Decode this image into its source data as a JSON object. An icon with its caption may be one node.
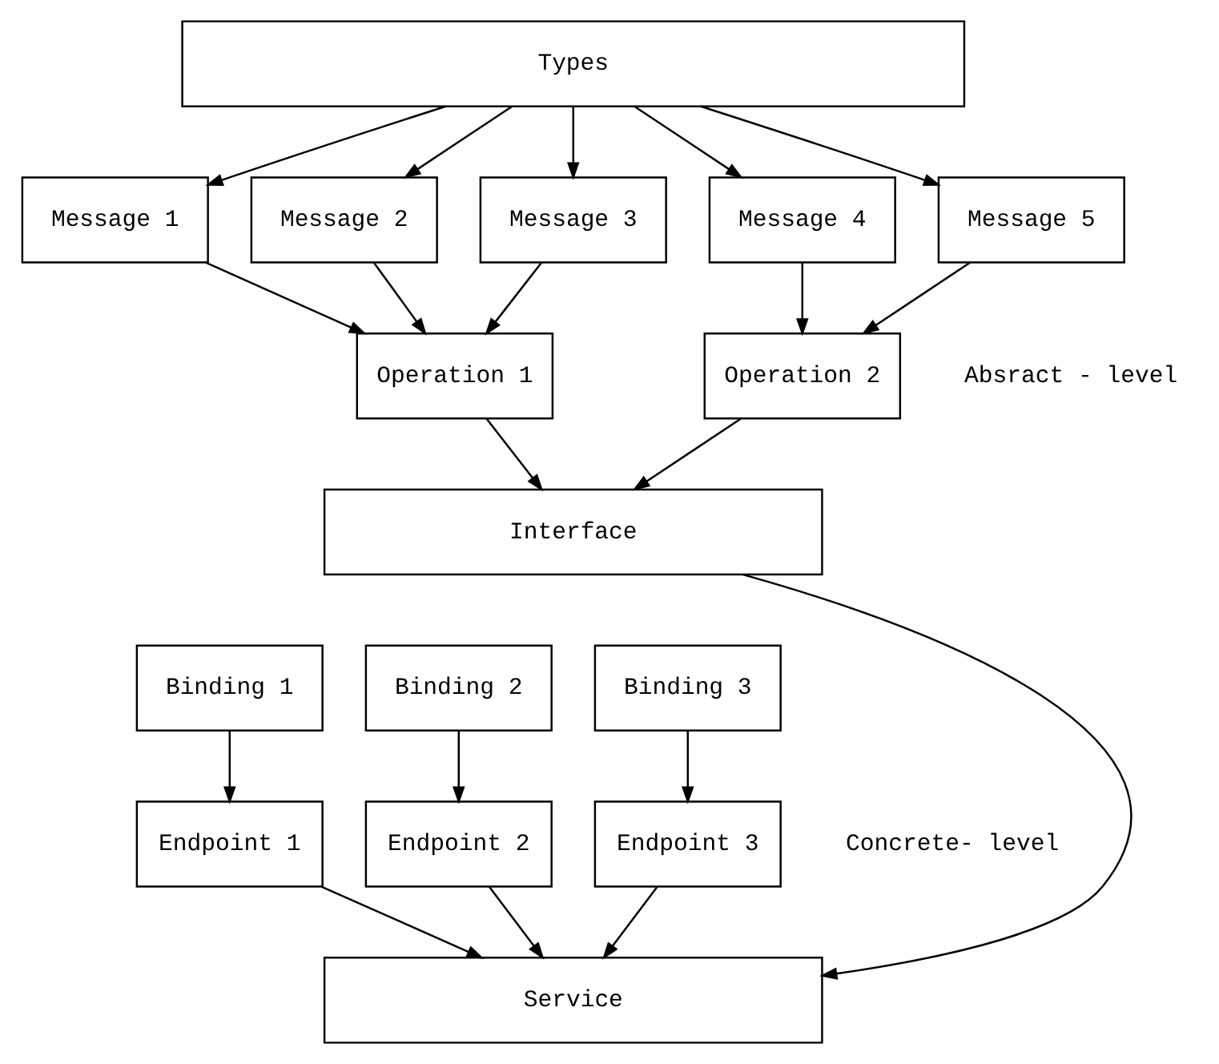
{
  "diagram": {
    "nodes": [
      {
        "text": [
          "Types"
        ]
      },
      {
        "text": [
          "Message 1"
        ]
      },
      {
        "text": [
          "Message 2"
        ]
      },
      {
        "text": [
          "Message 3"
        ]
      },
      {
        "text": [
          "Message 4"
        ]
      },
      {
        "text": [
          "Message 5"
        ]
      },
      {
        "text": [
          "Operation 1"
        ]
      },
      {
        "text": [
          "Operation 2"
        ]
      },
      {
        "text": [
          "Interface"
        ]
      },
      {
        "text": [
          "Binding 1"
        ]
      },
      {
        "text": [
          "Binding 2"
        ]
      },
      {
        "text": [
          "Binding 3"
        ]
      },
      {
        "text": [
          "Endpoint 1"
        ]
      },
      {
        "text": [
          "Endpoint 2"
        ]
      },
      {
        "text": [
          "Endpoint 3"
        ]
      },
      {
        "text": [
          "Service"
        ]
      }
    ],
    "edges": [
      {
        "from": 0,
        "to": 1,
        "arrow": "to"
      },
      {
        "from": 0,
        "to": 2,
        "arrow": "to"
      },
      {
        "from": 0,
        "to": 3,
        "arrow": "to"
      },
      {
        "from": 0,
        "to": 4,
        "arrow": "to"
      },
      {
        "from": 0,
        "to": 5,
        "arrow": "to"
      },
      {
        "from": 1,
        "to": 6,
        "arrow": "to"
      },
      {
        "from": 2,
        "to": 6,
        "arrow": "to"
      },
      {
        "from": 3,
        "to": 6,
        "arrow": "to"
      },
      {
        "from": 4,
        "to": 7,
        "arrow": "to"
      },
      {
        "from": 5,
        "to": 7,
        "arrow": "to"
      },
      {
        "from": 6,
        "to": 8,
        "arrow": "to"
      },
      {
        "from": 7,
        "to": 8,
        "arrow": "to"
      },
      {
        "from": 8,
        "to": 15,
        "arrow": "to"
      },
      {
        "from": 9,
        "to": 12,
        "arrow": "to"
      },
      {
        "from": 10,
        "to": 13,
        "arrow": "to"
      },
      {
        "from": 11,
        "to": 14,
        "arrow": "to"
      },
      {
        "from": 12,
        "to": 15,
        "arrow": "to"
      },
      {
        "from": 13,
        "to": 15,
        "arrow": "to"
      },
      {
        "from": 14,
        "to": 15,
        "arrow": "to"
      }
    ],
    "labels": [
      "Absract - level",
      "Concrete- level"
    ]
  }
}
